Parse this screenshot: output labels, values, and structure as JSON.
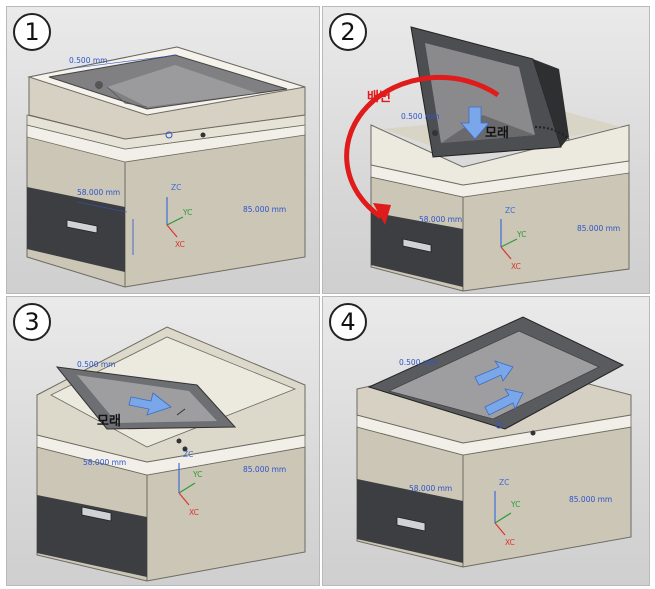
{
  "steps": [
    "1",
    "2",
    "3",
    "4"
  ],
  "dims": {
    "top": "0.500 mm",
    "side": "58.000 mm",
    "depth": "85.000 mm"
  },
  "axes": {
    "z": "ZC",
    "y": "YC",
    "x": "XC"
  },
  "labels": {
    "sand": "모래",
    "drain": "배변"
  },
  "colors": {
    "accent_red": "#e01b1b",
    "arrow_blue": "#7aa7ea",
    "dim_blue": "#2f55c9"
  }
}
